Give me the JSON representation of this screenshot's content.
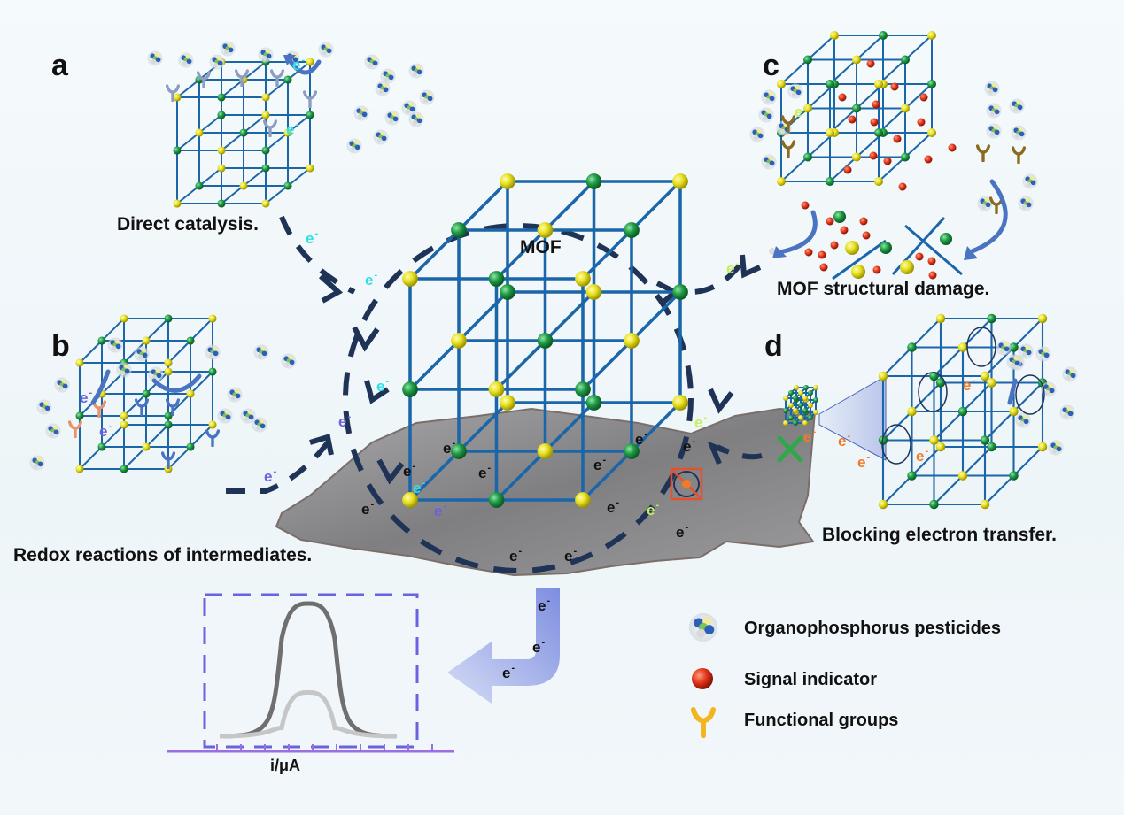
{
  "panels": {
    "a": {
      "letter": "a",
      "caption": "Direct catalysis."
    },
    "b": {
      "letter": "b",
      "caption": "Redox reactions of intermediates."
    },
    "c": {
      "letter": "c",
      "caption": "MOF structural damage."
    },
    "d": {
      "letter": "d",
      "caption": "Blocking electron transfer."
    }
  },
  "center": {
    "title": "MOF"
  },
  "electron": {
    "symbol": "e",
    "charge": "-"
  },
  "electron_colors": {
    "cyan": "#2fe0e8",
    "purple": "#6a63d8",
    "lime": "#c6ef5a",
    "orange": "#f07a2a",
    "black": "#111111"
  },
  "voltammogram": {
    "axis_label": "i/μA",
    "peak_high_relative": 1.0,
    "peak_low_relative": 0.33
  },
  "legend": [
    {
      "icon": "organophosphorus-pesticide-icon",
      "label": "Organophosphorus pesticides"
    },
    {
      "icon": "signal-indicator-icon",
      "label": "Signal indicator"
    },
    {
      "icon": "functional-group-icon",
      "label": "Functional groups"
    }
  ],
  "colors": {
    "frame": "#1b66a8",
    "node_yellow": "#e8e020",
    "node_green": "#1f9a45",
    "dash": "#1e3356",
    "surface": "#8d8d8f",
    "box_dash": "#6b62e0",
    "axis": "#9a6fe0",
    "signal_red": "#e0341a",
    "functional": "#f2b51e"
  }
}
